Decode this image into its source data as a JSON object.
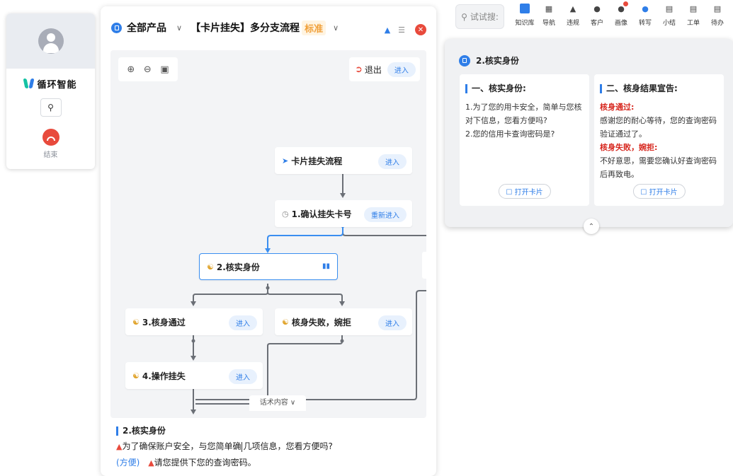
{
  "call_panel": {
    "brand_name": "循环智能",
    "hangup_label": "结束"
  },
  "header": {
    "product_label": "全部产品",
    "flow_title": "【卡片挂失】多分支流程",
    "flow_tag": "标准",
    "chevron": "∨"
  },
  "canvas": {
    "exit_label": "退出",
    "exit_button": "进入",
    "nodes": {
      "card_flow": {
        "label": "卡片挂失流程",
        "button": "进入"
      },
      "confirm": {
        "label": "1.确认挂失卡号",
        "button": "重新进入"
      },
      "verify": {
        "label": "2.核实身份"
      },
      "pass": {
        "label": "3.核身通过",
        "button": "进入"
      },
      "fail": {
        "label": "核身失败，婉拒",
        "button": "进入"
      },
      "operate": {
        "label": "4.操作挂失",
        "button": "进入"
      }
    },
    "script_toggle": "话术内容"
  },
  "script_card": {
    "title": "2.核实身份",
    "line1_a": "为了确保账户安全，与您简单确",
    "line1_b": "几项信息，您看方便吗?",
    "line2_option": "(方便)",
    "line2_text": "请您提供下您的查询密码。"
  },
  "toolbar": {
    "search_label": "试试搜:",
    "items": [
      {
        "label": "知识库",
        "icon": "book-icon",
        "color": "#2f7ee8"
      },
      {
        "label": "导航",
        "icon": "nav-icon",
        "color": "#444444"
      },
      {
        "label": "违规",
        "icon": "warning-icon",
        "color": "#444444"
      },
      {
        "label": "客户",
        "icon": "customer-icon",
        "color": "#444444"
      },
      {
        "label": "画像",
        "icon": "profile-icon",
        "color": "#444444"
      },
      {
        "label": "转写",
        "icon": "transcribe-icon",
        "color": "#2f7ee8"
      },
      {
        "label": "小结",
        "icon": "summary-icon",
        "color": "#444444"
      },
      {
        "label": "工单",
        "icon": "ticket-icon",
        "color": "#444444"
      },
      {
        "label": "待办",
        "icon": "todo-icon",
        "color": "#444444"
      }
    ]
  },
  "knowledge": {
    "title": "2.核实身份",
    "card1": {
      "title": "一、核实身份:",
      "body": "1.为了您的用卡安全，简单与您核对下信息，您看方便吗?\n2.您的信用卡查询密码是?",
      "button": "打开卡片"
    },
    "card2": {
      "title": "二、核身结果宣告:",
      "pass_label": "核身通过:",
      "pass_text": "感谢您的耐心等待，您的查询密码验证通过了。",
      "fail_label": "核身失败，婉拒:",
      "fail_text": "不好意思，需要您确认好查询密码后再致电。",
      "button": "打开卡片"
    }
  },
  "colors": {
    "accent": "#2f7ee8",
    "danger": "#e84a3c",
    "tag": "#f0a03a"
  }
}
